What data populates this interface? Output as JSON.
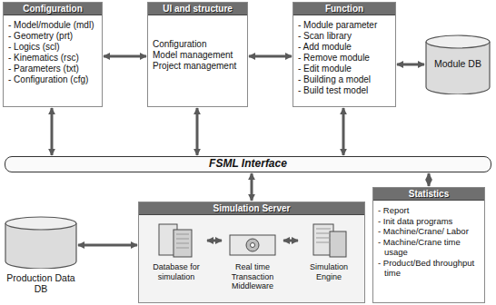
{
  "diagram": {
    "nodes": [
      {
        "text": [
          "Configuration",
          "- Model/module (mdl)",
          "- Geometry (prt)",
          "- Logics (scl)",
          "- Kinematics (rsc)",
          "- Parameters (txt)",
          "- Configuration (cfg)"
        ]
      },
      {
        "text": [
          "UI and structure",
          "Configuration",
          "Model management",
          "Project management"
        ]
      },
      {
        "text": [
          "Function",
          "- Module parameter",
          "- Scan library",
          "- Add module",
          "- Remove module",
          "- Edit module",
          "- Building a model",
          "- Build test model"
        ]
      },
      {
        "text": [
          "Module DB"
        ]
      },
      {
        "text": [
          "FSML Interface"
        ]
      },
      {
        "text": [
          "Production Data DB"
        ]
      },
      {
        "text": [
          "Simulation Server"
        ]
      },
      {
        "text": [
          "Database for simulation"
        ],
        "in": 6
      },
      {
        "text": [
          "Real time Transaction Middleware"
        ],
        "in": 6
      },
      {
        "text": [
          "Simulation Engine"
        ],
        "in": 6
      },
      {
        "text": [
          "Statistics",
          "- Report",
          "- Init data programs",
          "- Machine/Crane/ Labor",
          "- Machine/Crane time usage",
          "- Product/Bed throughput time"
        ]
      }
    ],
    "edges": [
      {
        "from": 0,
        "to": 1,
        "arrow": "both"
      },
      {
        "from": 1,
        "to": 2,
        "arrow": "both"
      },
      {
        "from": 2,
        "to": 3,
        "arrow": "both"
      },
      {
        "from": 0,
        "to": 4,
        "arrow": "both"
      },
      {
        "from": 1,
        "to": 4,
        "arrow": "both"
      },
      {
        "from": 2,
        "to": 4,
        "arrow": "both"
      },
      {
        "from": 6,
        "to": 4,
        "arrow": "both"
      },
      {
        "from": 10,
        "to": 4,
        "arrow": "both"
      },
      {
        "from": 5,
        "to": 6,
        "arrow": "both"
      },
      {
        "from": 7,
        "to": 8,
        "arrow": "both"
      },
      {
        "from": 8,
        "to": 9,
        "arrow": "both"
      }
    ]
  }
}
